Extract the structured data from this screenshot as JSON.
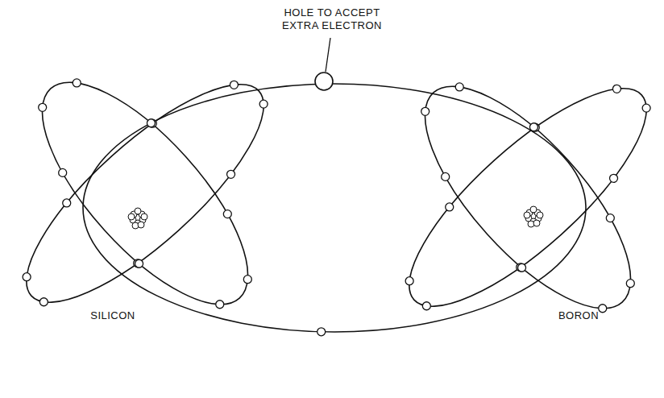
{
  "diagram": {
    "labels": [
      "HOLE TO ACCEPT EXTRA ELECTRON",
      "SILICON",
      "BORON"
    ]
  }
}
